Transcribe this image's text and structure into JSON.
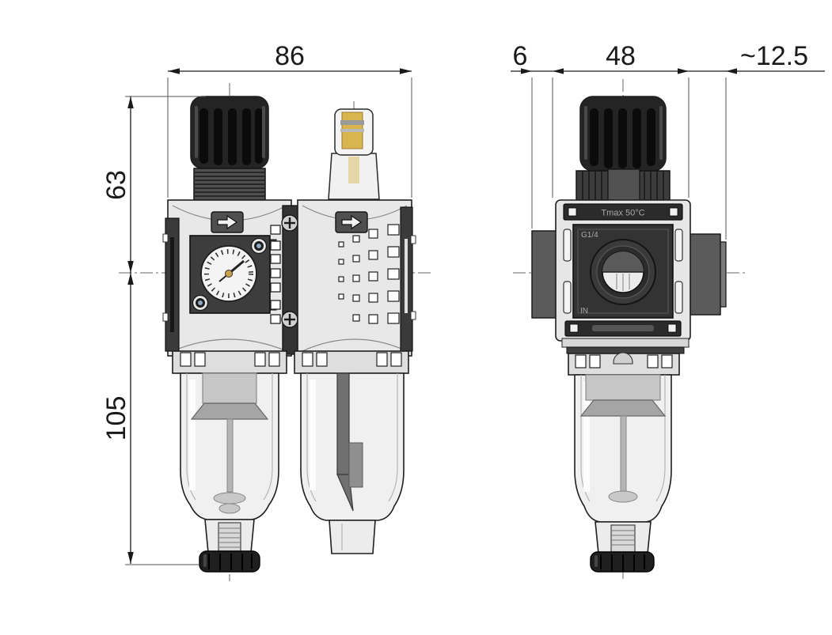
{
  "drawing": {
    "type": "technical-dimension-drawing",
    "views": [
      "front-view-filter-regulator-lubricator",
      "side-view"
    ],
    "dimensions": {
      "front_width": "86",
      "upper_height": "63",
      "lower_height": "105",
      "side_offset": "6",
      "side_body_width": "48",
      "side_protrusion": "~12.5"
    },
    "labels": {
      "temp_rating": "Tmax 50°C",
      "port_size": "G1/4",
      "port_in": "IN"
    },
    "colors": {
      "line": "#1f1f1f",
      "dimension_line": "#444444",
      "body_fill": "#e8e8e8",
      "knob_fill": "#222222",
      "panel_fill": "#3a3a3a",
      "bowl_fill": "#f0f0f0",
      "brass": "#d8b54f",
      "gauge_face": "#f4f4f4"
    }
  }
}
